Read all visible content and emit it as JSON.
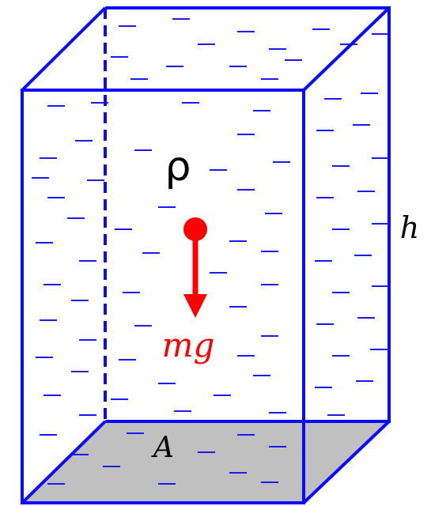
{
  "labels": {
    "density": "ρ",
    "weight": "mg",
    "height": "h",
    "area": "A"
  },
  "colors": {
    "edge": "#0a0aff",
    "liquid_dash": "#1a1aff",
    "force": "#ff0000",
    "base_fill": "#c0c0c0",
    "text": "#000000"
  }
}
